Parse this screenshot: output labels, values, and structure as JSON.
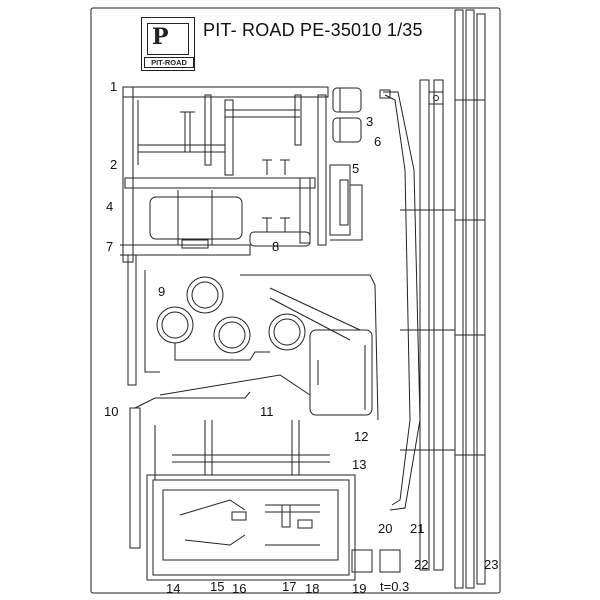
{
  "header": {
    "title": "PIT- ROAD PE-35010  1/35",
    "logo_mark": "P",
    "logo_text": "PIT-ROAD"
  },
  "thickness": "t=0.3",
  "part_labels": [
    "1",
    "2",
    "3",
    "4",
    "5",
    "6",
    "7",
    "8",
    "9",
    "10",
    "11",
    "12",
    "13",
    "14",
    "15",
    "16",
    "17",
    "18",
    "19",
    "20",
    "21",
    "22",
    "23"
  ]
}
